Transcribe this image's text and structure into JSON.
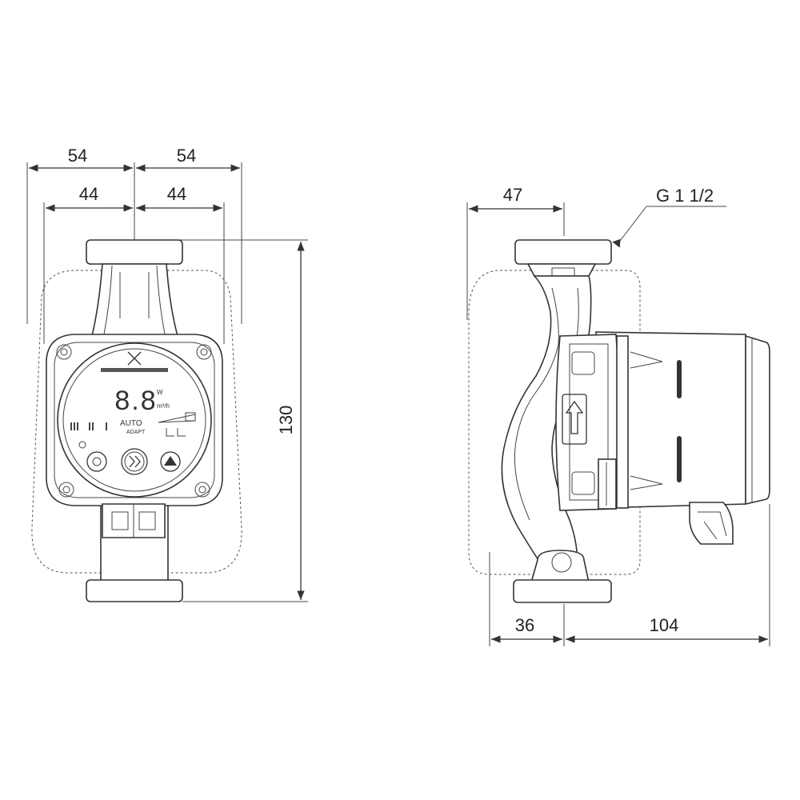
{
  "front_view": {
    "dims": {
      "top_left_outer": "54",
      "top_right_outer": "54",
      "top_left_inner": "44",
      "top_right_inner": "44",
      "height": "130"
    },
    "display": {
      "digits": "8.8",
      "unit_w": "W",
      "unit_mh": "m³/h",
      "auto_line1": "AUTO",
      "auto_line2": "ADAPT"
    }
  },
  "side_view": {
    "dims": {
      "top": "47",
      "bottom_left": "36",
      "bottom_right": "104"
    },
    "thread_label": "G 1 1/2"
  },
  "colors": {
    "line": "#333333",
    "background": "#ffffff"
  }
}
